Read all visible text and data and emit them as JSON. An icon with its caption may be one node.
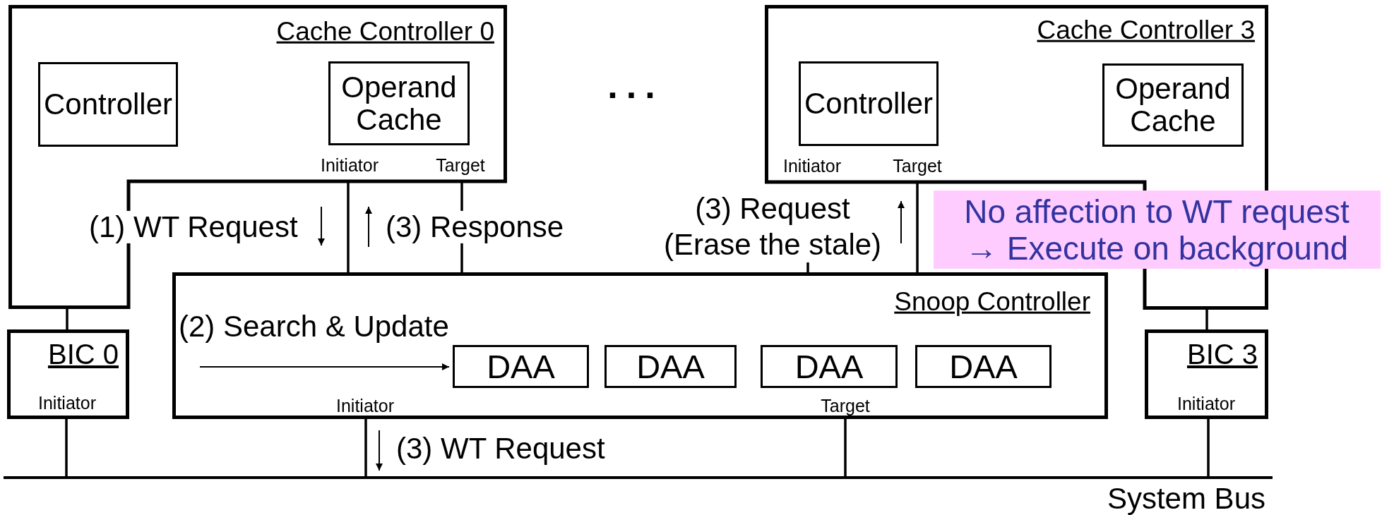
{
  "diagram": {
    "nodes": [
      {
        "text": [
          "Cache Controller 0",
          "Initiator",
          "Target"
        ]
      },
      {
        "text": [
          "Controller"
        ],
        "in": 0
      },
      {
        "text": [
          "Operand Cache"
        ],
        "in": 0
      },
      {
        "text": [
          "Cache Controller 3",
          "Initiator",
          "Target"
        ]
      },
      {
        "text": [
          "Controller"
        ],
        "in": 3
      },
      {
        "text": [
          "Operand Cache"
        ],
        "in": 3
      },
      {
        "text": [
          "Snoop Controller",
          "Initiator",
          "Target"
        ]
      },
      {
        "text": [
          "DAA"
        ],
        "in": 6
      },
      {
        "text": [
          "DAA"
        ],
        "in": 6
      },
      {
        "text": [
          "DAA"
        ],
        "in": 6
      },
      {
        "text": [
          "DAA"
        ],
        "in": 6
      },
      {
        "text": [
          "BIC 0",
          "Initiator"
        ]
      },
      {
        "text": [
          "BIC 3",
          "Initiator"
        ]
      },
      {
        "text": [
          "System Bus"
        ]
      },
      {
        "text": [
          "No affection to WT request",
          "→ Execute on background"
        ]
      }
    ],
    "edges": [
      {
        "from": 0,
        "to": 11,
        "arrow": "none"
      },
      {
        "from": 11,
        "to": 13,
        "arrow": "none"
      },
      {
        "from": 0,
        "to": 6,
        "arrow": "none"
      },
      {
        "from": 0,
        "to": 6,
        "arrow": "none"
      },
      {
        "from": 3,
        "to": 6,
        "arrow": "none"
      },
      {
        "from": 3,
        "to": 12,
        "arrow": "none"
      },
      {
        "from": 12,
        "to": 13,
        "arrow": "none"
      },
      {
        "from": 6,
        "to": 13,
        "arrow": "none"
      },
      {
        "from": 6,
        "to": 13,
        "arrow": "none"
      },
      {
        "from": null,
        "to": 7,
        "arrow": "to"
      }
    ],
    "labels": [
      "...",
      "(1) WT Request",
      "(3) Response",
      "(3) Request",
      "(Erase the stale)",
      "(2) Search & Update",
      "(3) WT Request"
    ]
  }
}
